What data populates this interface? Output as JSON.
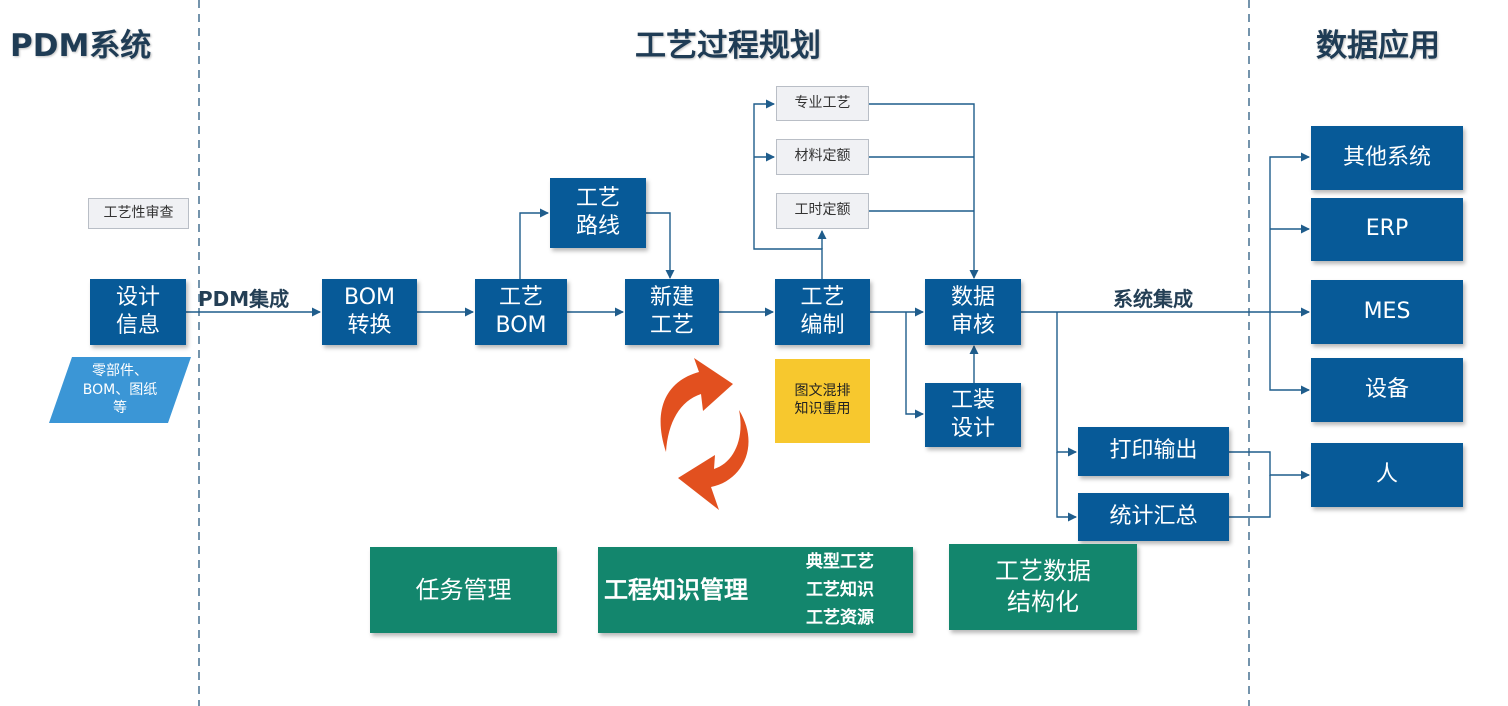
{
  "sections": {
    "pdm": "PDM系统",
    "planning": "工艺过程规划",
    "apps": "数据应用"
  },
  "labels": {
    "pdm_integration": "PDM集成",
    "system_integration": "系统集成"
  },
  "nodes": {
    "process_review": "工艺性审查",
    "design_info": "设计\n信息",
    "parts_data": "零部件、\nBOM、图纸\n等",
    "bom_conversion": "BOM\n转换",
    "process_bom": "工艺\nBOM",
    "process_route": "工艺\n路线",
    "new_process": "新建\n工艺",
    "special_process": "专业工艺",
    "material_quota": "材料定额",
    "labor_quota": "工时定额",
    "process_editing": "工艺\n编制",
    "mixed_content": "图文混排\n知识重用",
    "data_review": "数据\n审核",
    "tooling_design": "工装\n设计",
    "print_output": "打印输出",
    "statistics": "统计汇总",
    "other_systems": "其他系统",
    "erp": "ERP",
    "mes": "MES",
    "equipment": "设备",
    "person": "人"
  },
  "modules": {
    "task_management": "任务管理",
    "knowledge_management": "工程知识管理",
    "knowledge_items": [
      "典型工艺",
      "工艺知识",
      "工艺资源"
    ],
    "data_structuring": "工艺数据\n结构化"
  },
  "colors": {
    "process_box": "#075a98",
    "module_box": "#13866d",
    "gray_box": "#f0f1f4",
    "highlight_box": "#f7c82e",
    "parallelogram": "#3b96d6",
    "cycle_arrows": "#e2501f",
    "connector": "#1f5d8c",
    "divider": "#2a5a80"
  },
  "icons": {
    "cycle": "refresh-cycle-icon"
  }
}
